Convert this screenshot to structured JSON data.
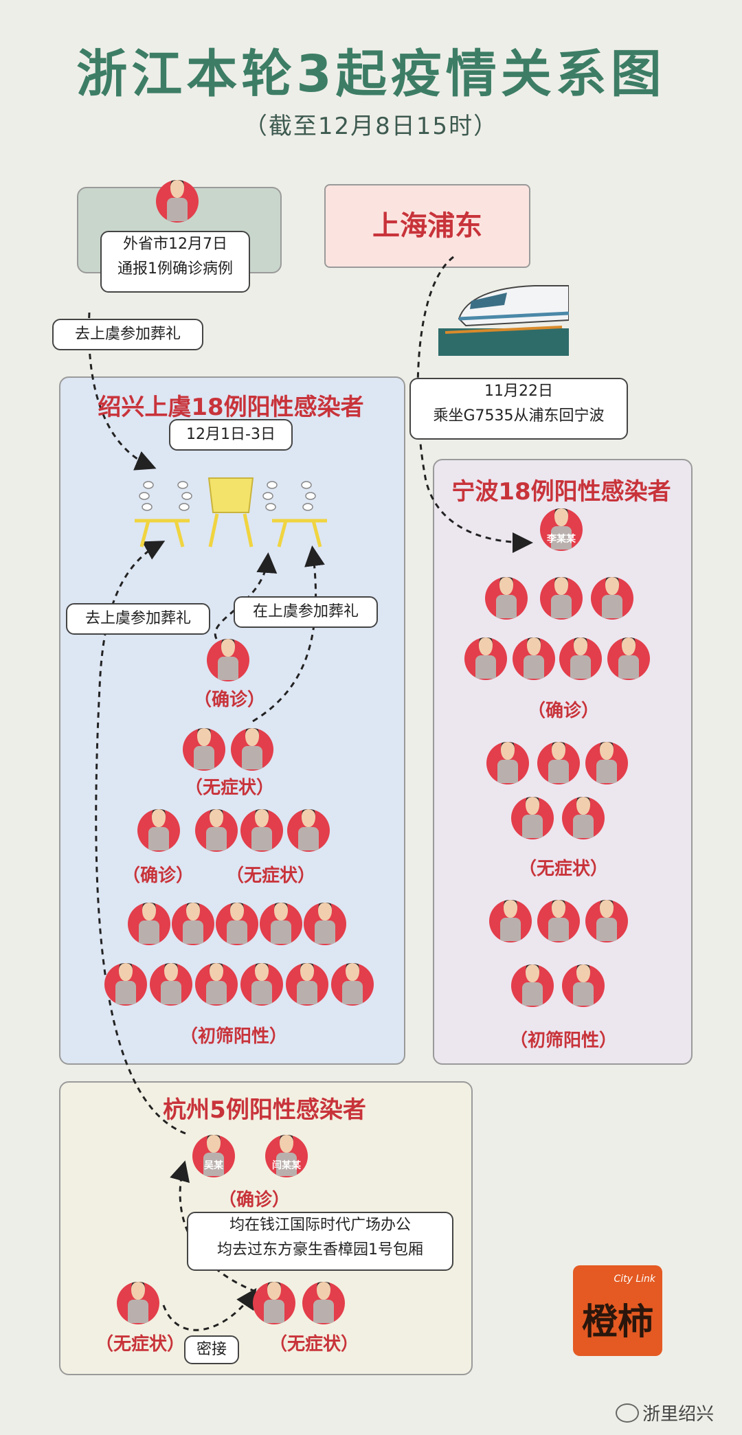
{
  "title": "浙江本轮3起疫情关系图",
  "subtitle": "（截至12月8日15时）",
  "colors": {
    "title_green": "#3d7d66",
    "label_red": "#c8333a",
    "person_red": "#e33e4b",
    "shaoxing_bg": "#dde6f3",
    "ningbo_bg": "#ece6ef",
    "hangzhou_bg": "#f2f0e2",
    "shanghai_bg": "#fbe4e0"
  },
  "top_left": {
    "note": [
      "外省市12月7日",
      "通报1例确诊病例"
    ]
  },
  "shanghai": {
    "label": "上海浦东"
  },
  "train": {
    "icon": "high-speed-train-icon"
  },
  "arrows": {
    "to_funeral_from_outside": "去上虞参加葬礼",
    "to_ningbo_train": [
      "11月22日",
      "乘坐G7535从浦东回宁波"
    ],
    "hangzhou_to_funeral": "去上虞参加葬礼",
    "local_to_funeral": "在上虞参加葬礼",
    "close_contact": "密接"
  },
  "shaoxing": {
    "title": "绍兴上虞18例阳性感染者",
    "date": "12月1日-3日",
    "funeral_icon": "funeral-scene-icon",
    "groups": [
      {
        "label": "（确诊）",
        "count": 1
      },
      {
        "label": "（无症状）",
        "count": 2
      },
      {
        "label": "（确诊）",
        "count": 1
      },
      {
        "label": "（无症状）",
        "count": 3
      },
      {
        "label": "（初筛阳性）",
        "count": 11
      }
    ]
  },
  "ningbo": {
    "title": "宁波18例阳性感染者",
    "index_person": "李某某",
    "groups": [
      {
        "label": "（确诊）",
        "count": 7
      },
      {
        "label": "（无症状）",
        "count": 5
      },
      {
        "label": "（初筛阳性）",
        "count": 5
      }
    ]
  },
  "hangzhou": {
    "title": "杭州5例阳性感染者",
    "confirmed_people": [
      "吴某",
      "闫某某"
    ],
    "confirmed_label": "（确诊）",
    "note": [
      "均在钱江国际时代广场办公",
      "均去过东方豪生香樟园1号包厢"
    ],
    "asym_left_label": "（无症状）",
    "asym_right_label": "（无症状）"
  },
  "logo": {
    "text": "橙柿",
    "sub": "City Link"
  },
  "watermark": "浙里绍兴"
}
